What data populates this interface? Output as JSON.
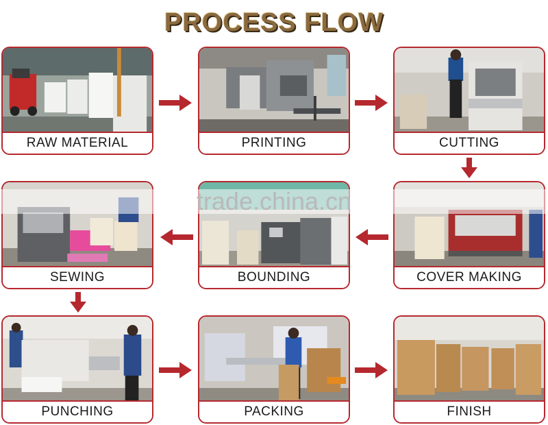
{
  "title": "PROCESS FLOW",
  "steps": [
    {
      "label": "RAW MATERIAL"
    },
    {
      "label": "PRINTING"
    },
    {
      "label": "CUTTING"
    },
    {
      "label": "SEWING"
    },
    {
      "label": "BOUNDING"
    },
    {
      "label": "COVER MAKING"
    },
    {
      "label": "PUNCHING"
    },
    {
      "label": "PACKING"
    },
    {
      "label": "FINISH"
    }
  ],
  "watermark": "trade.china.cn",
  "colors": {
    "border": "#b5282e",
    "arrow": "#b5282e",
    "title": "#8a6a3e"
  }
}
